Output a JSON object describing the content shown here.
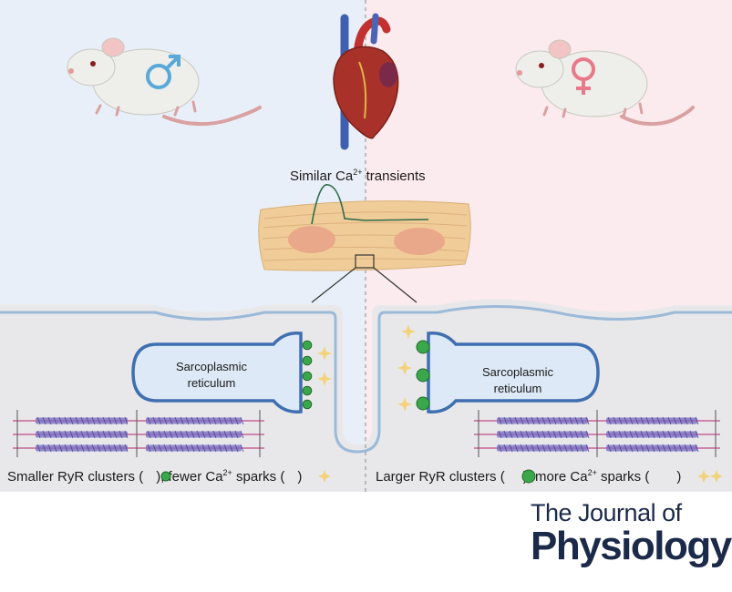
{
  "center_label": {
    "prefix": "Similar Ca",
    "sup": "2+",
    "suffix": " transients"
  },
  "left": {
    "organelle": {
      "line1": "Sarcoplasmic",
      "line2": "reticulum"
    },
    "caption": {
      "p1": "Smaller RyR clusters (",
      "p2": "), fewer Ca",
      "sup": "2+",
      "p3": " sparks (",
      "p4": ")"
    }
  },
  "right": {
    "organelle": {
      "line1": "Sarcoplasmic",
      "line2": "reticulum"
    },
    "caption": {
      "p1": "Larger RyR clusters (",
      "p2": "), more Ca",
      "sup": "2+",
      "p3": " sparks (",
      "p4": ")"
    }
  },
  "journal": {
    "line1": "The Journal of",
    "line2": "Physiology"
  },
  "icons": {
    "male": "male-symbol-icon",
    "female": "female-symbol-icon",
    "heart": "heart-icon",
    "spark": "sparkle-icon",
    "ryr": "ryr-cluster-icon"
  },
  "colors": {
    "male_panel": "#e9eff8",
    "female_panel": "#fcebee",
    "male_symbol": "#58a8d8",
    "female_symbol": "#e8788a",
    "ryr": "#3aa84a",
    "spark": "#f3d27a",
    "sr_fill": "#dde9f6",
    "sr_stroke": "#3f6fb0",
    "journal": "#1c2a4a"
  }
}
